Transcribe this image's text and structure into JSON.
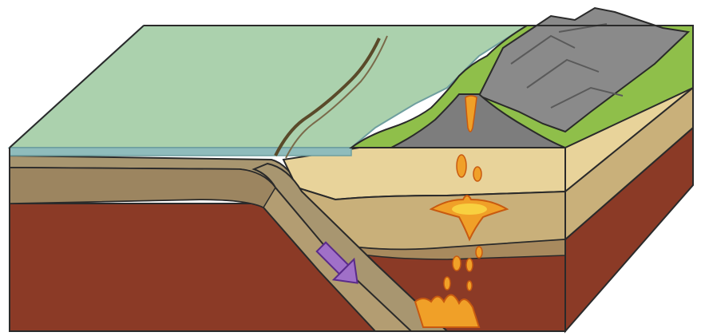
{
  "diagram": {
    "title": "",
    "labels": [],
    "elements": {
      "ocean": "ocean-water",
      "oceanic_crust": "oceanic-plate",
      "continental_crust": "continental-plate",
      "mantle": "mantle",
      "volcano": "volcano",
      "mountains": "mountain-range",
      "magma": "magma-chamber",
      "direction": "subduction-direction-arrow"
    }
  },
  "colors": {
    "ocean": "#a7cfa9",
    "water_edge": "#8fbcbc",
    "trench": "#7a6a4a",
    "land_green": "#8fbf4a",
    "oceanic_plate": "#a89670",
    "crust_tan": "#e8d39a",
    "mantle": "#8b3a26",
    "rock_gray": "#8a8a8a",
    "magma": "#f0a028",
    "magma_core": "#f8d040",
    "arrow": "#a070c8",
    "outline": "#2a2a2a"
  }
}
